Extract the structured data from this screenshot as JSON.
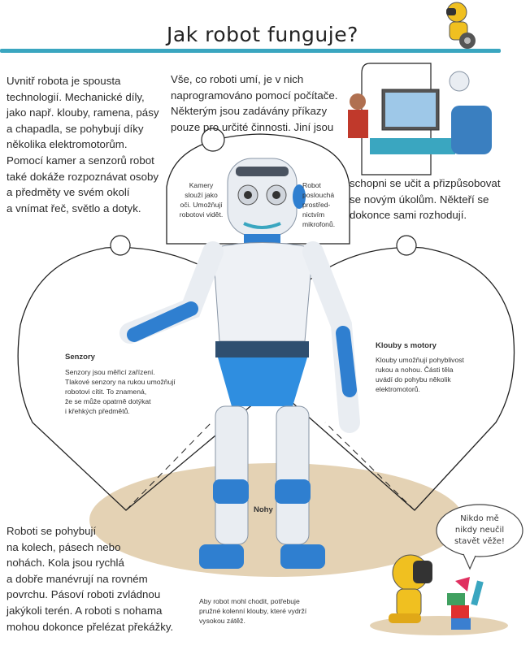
{
  "title": "Jak robot funguje?",
  "intro_left": "Uvnitř robota je spousta\ntechnologií. Mechanické díly,\njako např. klouby, ramena, pásy\na chapadla, se pohybují díky\nněkolika elektromotorům.\nPomocí kamer a senzorů robot\ntaké dokáže rozpoznávat osoby\na předměty ve svém okolí\na vnímat řeč, světlo a dotyk.",
  "intro_middle": "Vše, co roboti umí, je v nich\nnaprogramováno pomocí počítače.\nNěkterým jsou zadávány příkazy\npouze pro určité činnosti. Jiní jsou",
  "intro_right": "schopni se učit a přizpůsobovat\nse novým úkolům. Někteří se\ndokonce sami rozhodují.",
  "captions": {
    "cameras": "Kamery\nslouží jako\noči. Umožňují\nrobotovi vidět.",
    "microphones": "Robot\nposlouchá\nprostřed-\nnictvím\nmikrofonů.",
    "sensors_title": "Senzory",
    "sensors_body": "Senzory jsou měřicí zařízení.\nTlakové senzory na rukou umožňují\nrobotovi cítit. To znamená,\nže se může opatrně dotýkat\ni křehkých předmětů.",
    "joints_title": "Klouby s motory",
    "joints_body": "Klouby umožňují pohyblivost\nrukou a nohou. Části těla\nuvádí do pohybu několik\nelektromotorů.",
    "legs_title": "Nohy",
    "legs_body": "Aby robot mohl chodit, potřebuje\npružné kolenní klouby, které vydrží\nvysokou zátěž."
  },
  "bottom_left": "Roboti se pohybují\nna kolech, pásech nebo\nnohách. Kola jsou rychlá\na dobře manévrují na rovném\npovrchu. Pásoví roboti zvládnou\njakýkoli terén. A roboti s nohama\nmohou dokonce přelézat překážky.",
  "speech_bubble": "Nikdo mě\nnikdy neučil\nstavět věže!",
  "colors": {
    "accent": "#3aa6c0",
    "robot_blue": "#2f7fd0",
    "mascot_yellow": "#f0c020"
  }
}
